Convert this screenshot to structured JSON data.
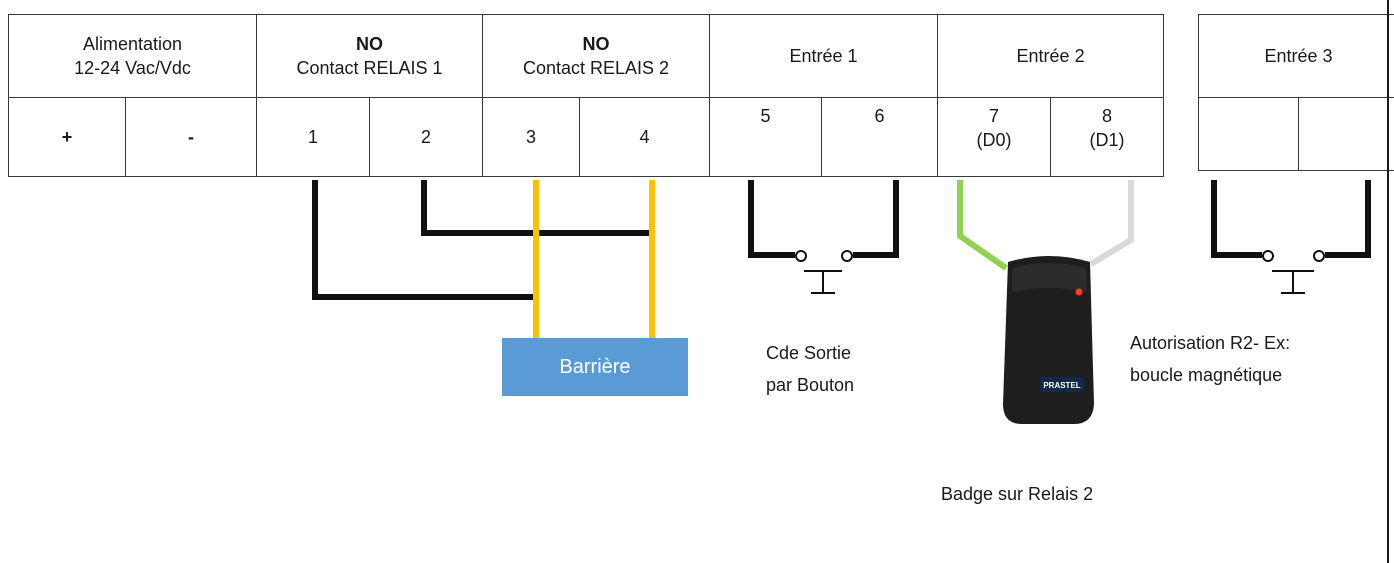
{
  "main_table": {
    "headers": [
      {
        "lines": [
          "Alimentation",
          "12-24 Vac/Vdc"
        ]
      },
      {
        "bold": "NO",
        "text": "Contact RELAIS 1"
      },
      {
        "bold": "NO",
        "text": "Contact RELAIS 2"
      },
      {
        "text": "Entrée 1"
      },
      {
        "text": "Entrée 2"
      }
    ],
    "pins": [
      "+",
      "-",
      "1",
      "2",
      "3",
      "4",
      "5",
      "6",
      "7",
      "8"
    ],
    "pin_subs": {
      "7": "(D0)",
      "8": "(D1)"
    }
  },
  "side_table": {
    "header": "Entrée 3"
  },
  "labels": {
    "barrier": "Barrière",
    "exit_cmd": [
      "Cde Sortie",
      "par Bouton"
    ],
    "authorization": [
      "Autorisation R2- Ex:",
      "boucle magnétique"
    ],
    "badge_caption": "Badge sur Relais 2",
    "reader_brand": "PRASTEL"
  },
  "colors": {
    "black_wire": "#111111",
    "yellow_wire": "#ffc000",
    "green_wire": "#92d050",
    "grey_wire": "#d9d9d9",
    "barrier_fill": "#5b9bd5"
  }
}
